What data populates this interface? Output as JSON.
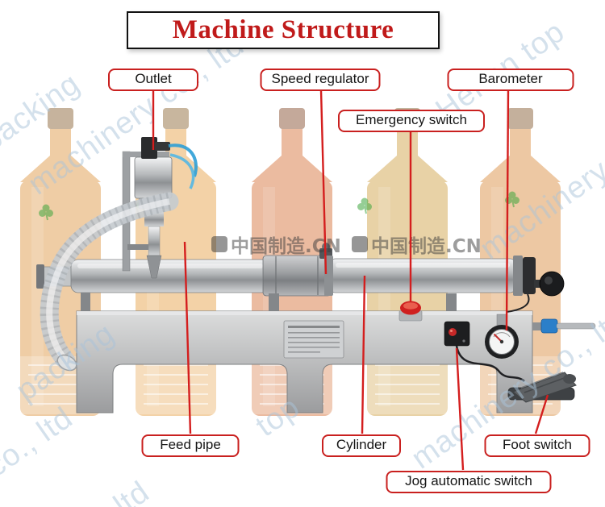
{
  "title": "Machine Structure",
  "part_labels": {
    "outlet": "Outlet",
    "speed_regulator": "Speed regulator",
    "barometer": "Barometer",
    "emergency_switch": "Emergency switch",
    "feed_pipe": "Feed pipe",
    "cylinder": "Cylinder",
    "foot_switch": "Foot switch",
    "jog_automatic_switch": "Jog automatic switch"
  },
  "watermarks": {
    "made_in_china": "中国制造.CN",
    "company": {
      "packing": "packing",
      "machinery": "machinery",
      "co_ltd": "co., ltd",
      "machinery_co_ltd": "machinery co., ltd",
      "henan_top": "Henan top",
      "top": "top",
      "ltd": "ltd"
    }
  },
  "colors": {
    "accent_red": "#cc1b1b",
    "leader_line": "#d41e1e",
    "label_border": "#c9201f",
    "title_text": "#c01a1a",
    "watermark_blue": "#a9c3da"
  }
}
